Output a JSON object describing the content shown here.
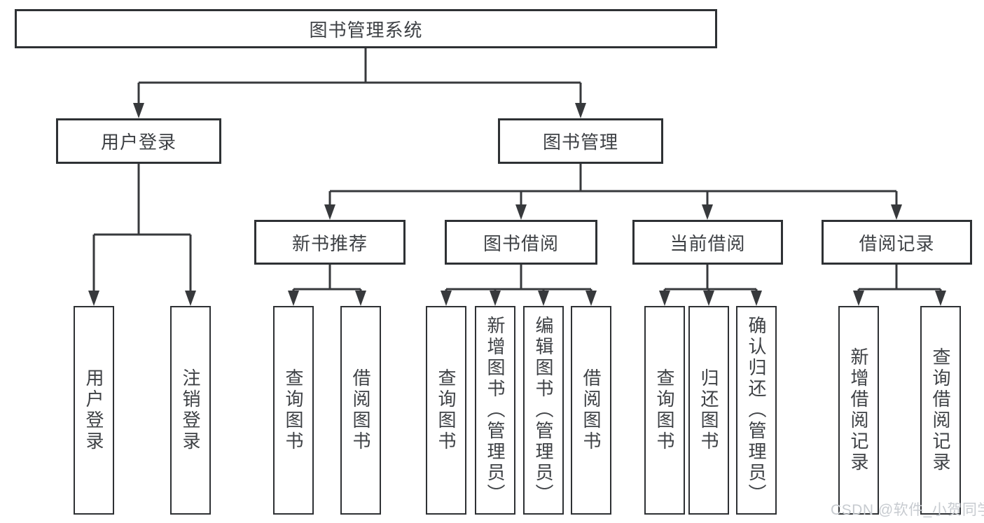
{
  "tree": {
    "label": "图书管理系统",
    "children": [
      {
        "label": "用户登录",
        "children": [
          {
            "label": "用户登录"
          },
          {
            "label": "注销登录"
          }
        ]
      },
      {
        "label": "图书管理",
        "children": [
          {
            "label": "新书推荐",
            "children": [
              {
                "label": "查询图书"
              },
              {
                "label": "借阅图书"
              }
            ]
          },
          {
            "label": "图书借阅",
            "children": [
              {
                "label": "查询图书"
              },
              {
                "label": "新增图书（管理员）"
              },
              {
                "label": "编辑图书（管理员）"
              },
              {
                "label": "借阅图书"
              }
            ]
          },
          {
            "label": "当前借阅",
            "children": [
              {
                "label": "查询图书"
              },
              {
                "label": "归还图书"
              },
              {
                "label": "确认归还（管理员）"
              }
            ]
          },
          {
            "label": "借阅记录",
            "children": [
              {
                "label": "新增借阅记录"
              },
              {
                "label": "查询借阅记录"
              }
            ]
          }
        ]
      }
    ]
  },
  "watermark": {
    "text": "CSDN @软件_小贺同学"
  },
  "colors": {
    "background": "#ffffff",
    "line": "#37393c",
    "box_border": "#2e3134",
    "text": "#3e4145",
    "watermark_text": "#c7cbd0"
  }
}
